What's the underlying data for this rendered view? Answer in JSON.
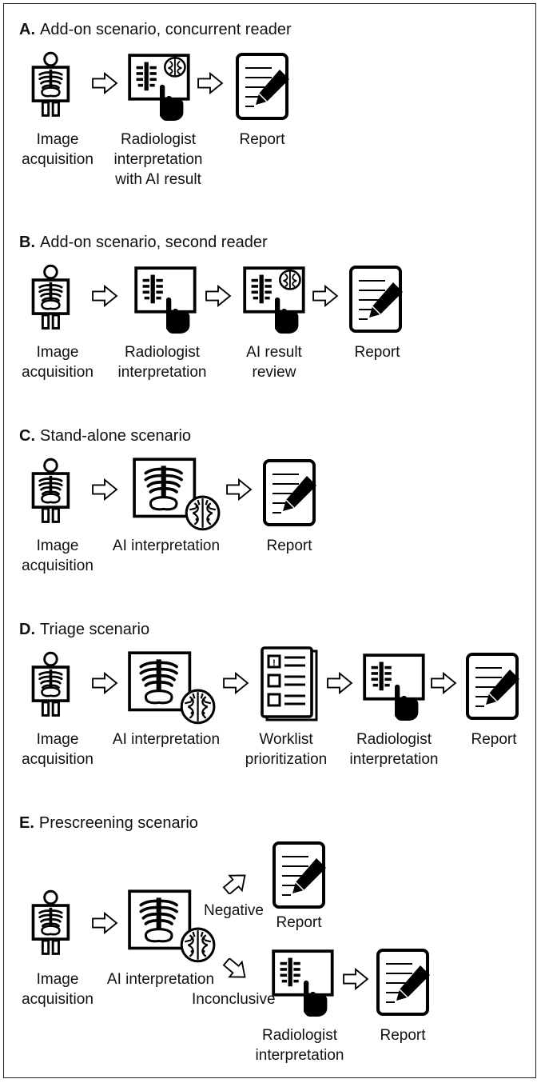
{
  "scenarios": {
    "A": {
      "letter": "A.",
      "title": "Add-on scenario, concurrent reader"
    },
    "B": {
      "letter": "B.",
      "title": "Add-on scenario, second reader"
    },
    "C": {
      "letter": "C.",
      "title": "Stand-alone scenario"
    },
    "D": {
      "letter": "D.",
      "title": "Triage scenario"
    },
    "E": {
      "letter": "E.",
      "title": "Prescreening scenario"
    }
  },
  "labels": {
    "image_acquisition": [
      "Image",
      "acquisition"
    ],
    "radiologist_interp_ai": [
      "Radiologist",
      "interpretation",
      "with AI result"
    ],
    "radiologist_interp": [
      "Radiologist",
      "interpretation"
    ],
    "ai_result_review": [
      "AI result",
      "review"
    ],
    "ai_interpretation": "AI interpretation",
    "worklist": [
      "Worklist",
      "prioritization"
    ],
    "report": "Report",
    "negative": "Negative",
    "inconclusive": "Inconclusive"
  },
  "icons": [
    "patient-xray-icon",
    "radiologist-screen-icon",
    "ai-screen-icon",
    "report-pen-icon",
    "worklist-icon",
    "arrow-right-icon"
  ]
}
